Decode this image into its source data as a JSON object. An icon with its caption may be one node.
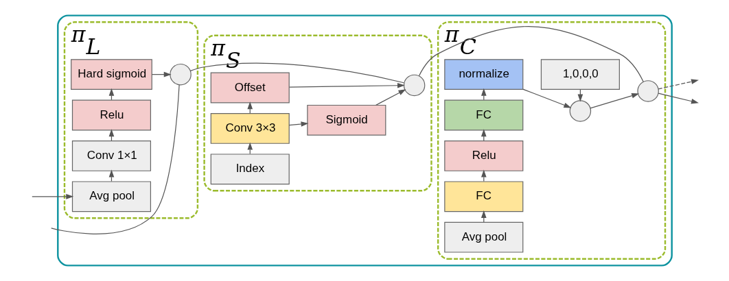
{
  "diagram": {
    "nodes": [
      {
        "text": [],
        "shape": "box"
      },
      {
        "text": [
          "π$_{L}$"
        ],
        "in": 0
      },
      {
        "text": [
          "Hard sigmoid"
        ],
        "in": 1
      },
      {
        "text": [
          "Relu"
        ],
        "in": 1
      },
      {
        "text": [
          "Conv 1×1"
        ],
        "in": 1
      },
      {
        "text": [
          "Avg pool"
        ],
        "in": 1
      },
      {
        "text": [],
        "shape": "circle",
        "in": 1
      },
      {
        "text": [
          "π$_{S}$"
        ],
        "in": 0
      },
      {
        "text": [
          "Offset"
        ],
        "in": 7
      },
      {
        "text": [
          "Sigmoid"
        ],
        "in": 7
      },
      {
        "text": [
          "Conv 3×3"
        ],
        "in": 7
      },
      {
        "text": [
          "Index"
        ],
        "in": 7
      },
      {
        "text": [],
        "shape": "circle",
        "in": 7
      },
      {
        "text": [
          "π$_{C}$"
        ],
        "in": 0
      },
      {
        "text": [
          "1,0,0,0"
        ],
        "in": 13
      },
      {
        "text": [
          "normalize"
        ],
        "in": 13
      },
      {
        "text": [
          "FC"
        ],
        "in": 13
      },
      {
        "text": [
          "Relu"
        ],
        "in": 13
      },
      {
        "text": [
          "FC"
        ],
        "in": 13
      },
      {
        "text": [
          "Avg pool"
        ],
        "in": 13
      },
      {
        "text": [],
        "shape": "circle",
        "in": 13
      },
      {
        "text": [],
        "shape": "circle",
        "in": 13
      }
    ],
    "edges": [
      {
        "from": null,
        "to": 6,
        "arrow": "none"
      },
      {
        "from": null,
        "to": 5,
        "arrow": "to"
      },
      {
        "from": 5,
        "to": 4,
        "arrow": "to"
      },
      {
        "from": 4,
        "to": 3,
        "arrow": "to"
      },
      {
        "from": 3,
        "to": 2,
        "arrow": "to"
      },
      {
        "from": 2,
        "to": 6,
        "arrow": "to"
      },
      {
        "from": 6,
        "to": 12,
        "arrow": "none"
      },
      {
        "from": 11,
        "to": 10,
        "arrow": "to"
      },
      {
        "from": 10,
        "to": 8,
        "arrow": "to"
      },
      {
        "from": 10,
        "to": 9,
        "arrow": "to"
      },
      {
        "from": 8,
        "to": 12,
        "arrow": "to"
      },
      {
        "from": 9,
        "to": 12,
        "arrow": "to"
      },
      {
        "from": 12,
        "to": 21,
        "arrow": "none"
      },
      {
        "from": 19,
        "to": 18,
        "arrow": "to"
      },
      {
        "from": 18,
        "to": 17,
        "arrow": "to"
      },
      {
        "from": 17,
        "to": 16,
        "arrow": "to"
      },
      {
        "from": 16,
        "to": 15,
        "arrow": "to"
      },
      {
        "from": 15,
        "to": 20,
        "arrow": "to"
      },
      {
        "from": 14,
        "to": 20,
        "arrow": "to"
      },
      {
        "from": 20,
        "to": 21,
        "arrow": "to"
      },
      {
        "from": 21,
        "to": null,
        "arrow": "to"
      },
      {
        "from": 21,
        "to": null,
        "arrow": "to",
        "style": "dashed"
      }
    ]
  }
}
